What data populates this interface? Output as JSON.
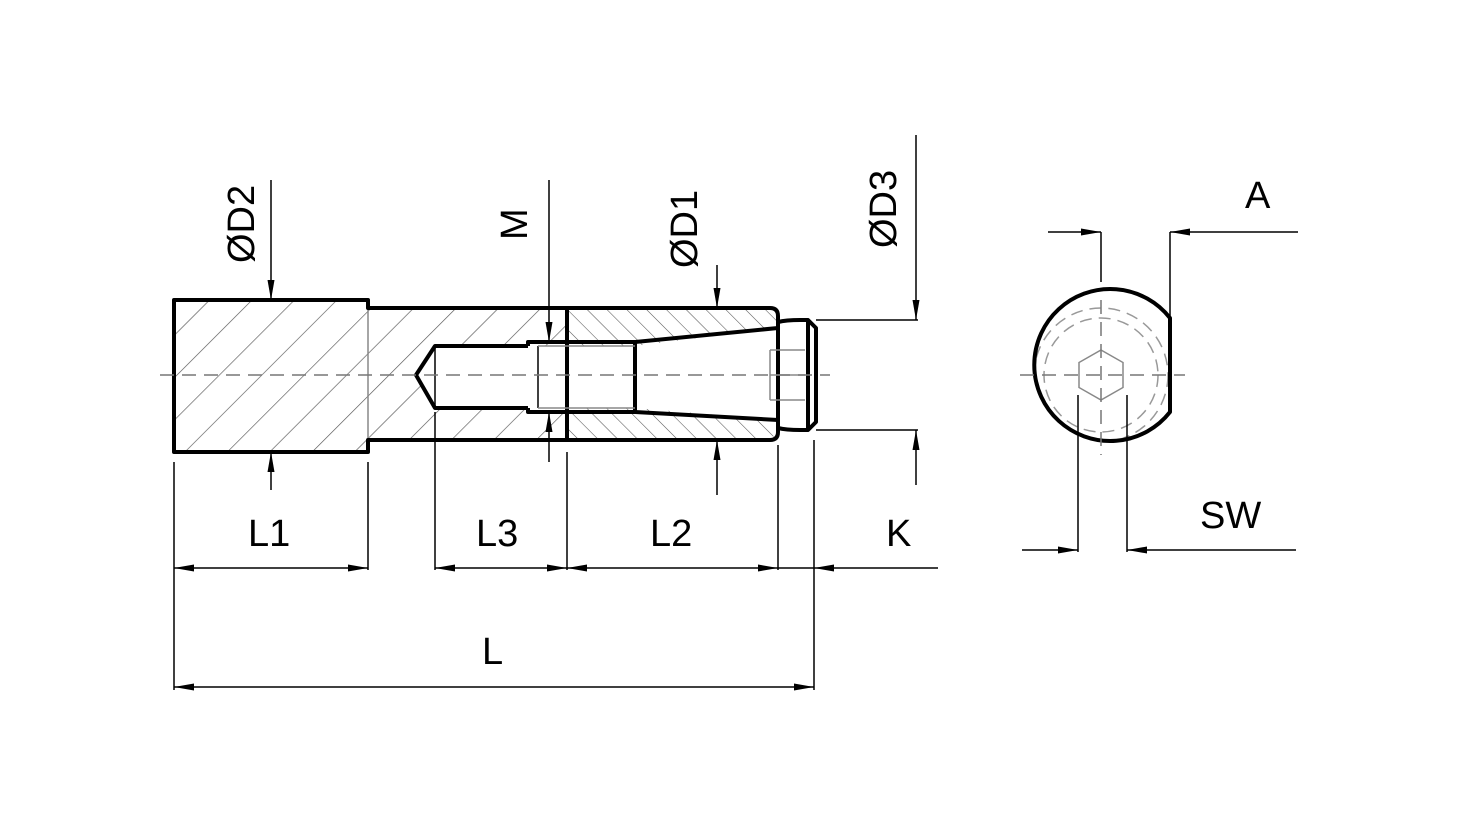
{
  "labels": {
    "d2": "ØD2",
    "m": "M",
    "d1": "ØD1",
    "d3": "ØD3",
    "a": "A",
    "l1": "L1",
    "l3": "L3",
    "l2": "L2",
    "k": "K",
    "l": "L",
    "sw": "SW"
  }
}
